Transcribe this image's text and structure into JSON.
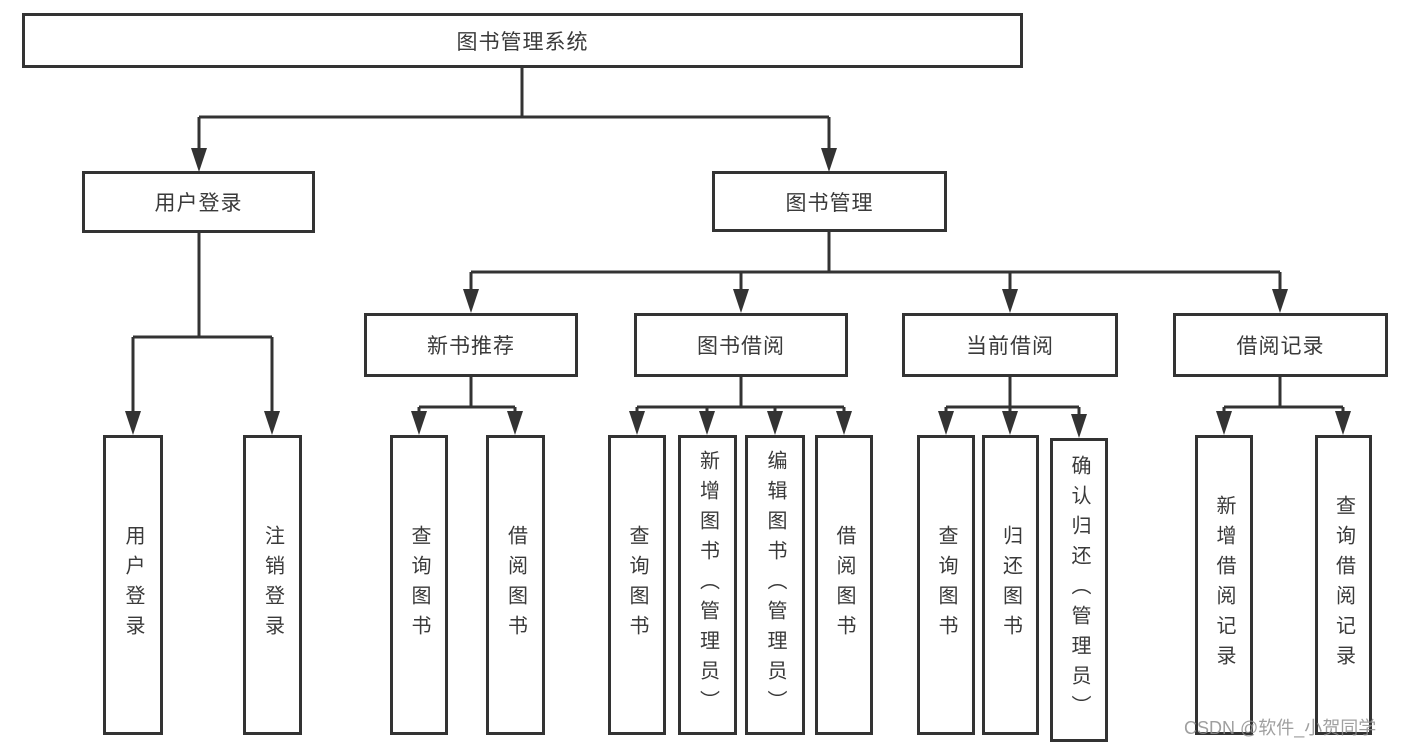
{
  "diagram_title": "图书管理系统",
  "nodes": {
    "root": "图书管理系统",
    "user_login": "用户登录",
    "book_mgmt": "图书管理",
    "new_book_rec": "新书推荐",
    "book_borrow": "图书借阅",
    "current_borrow": "当前借阅",
    "borrow_records": "借阅记录",
    "leaf_user_login": "用户登录",
    "leaf_logout": "注销登录",
    "leaf_rec_query": "查询图书",
    "leaf_rec_borrow": "借阅图书",
    "leaf_bb_query": "查询图书",
    "leaf_bb_add": "新增图书（管理员）",
    "leaf_bb_edit": "编辑图书（管理员）",
    "leaf_bb_borrow": "借阅图书",
    "leaf_cb_query": "查询图书",
    "leaf_cb_return": "归还图书",
    "leaf_cb_confirm": "确认归还（管理员）",
    "leaf_br_add": "新增借阅记录",
    "leaf_br_query": "查询借阅记录"
  },
  "hierarchy": {
    "root": "图书管理系统",
    "children": [
      {
        "label": "用户登录",
        "children": [
          "用户登录",
          "注销登录"
        ]
      },
      {
        "label": "图书管理",
        "children": [
          {
            "label": "新书推荐",
            "children": [
              "查询图书",
              "借阅图书"
            ]
          },
          {
            "label": "图书借阅",
            "children": [
              "查询图书",
              "新增图书（管理员）",
              "编辑图书（管理员）",
              "借阅图书"
            ]
          },
          {
            "label": "当前借阅",
            "children": [
              "查询图书",
              "归还图书",
              "确认归还（管理员）"
            ]
          },
          {
            "label": "借阅记录",
            "children": [
              "新增借阅记录",
              "查询借阅记录"
            ]
          }
        ]
      }
    ]
  },
  "watermark": "CSDN @软件_小贺同学",
  "colors": {
    "line": "#333333",
    "box_border": "#333333",
    "text": "#3a3a3a",
    "watermark": "#8f8f8f",
    "background": "#ffffff"
  }
}
